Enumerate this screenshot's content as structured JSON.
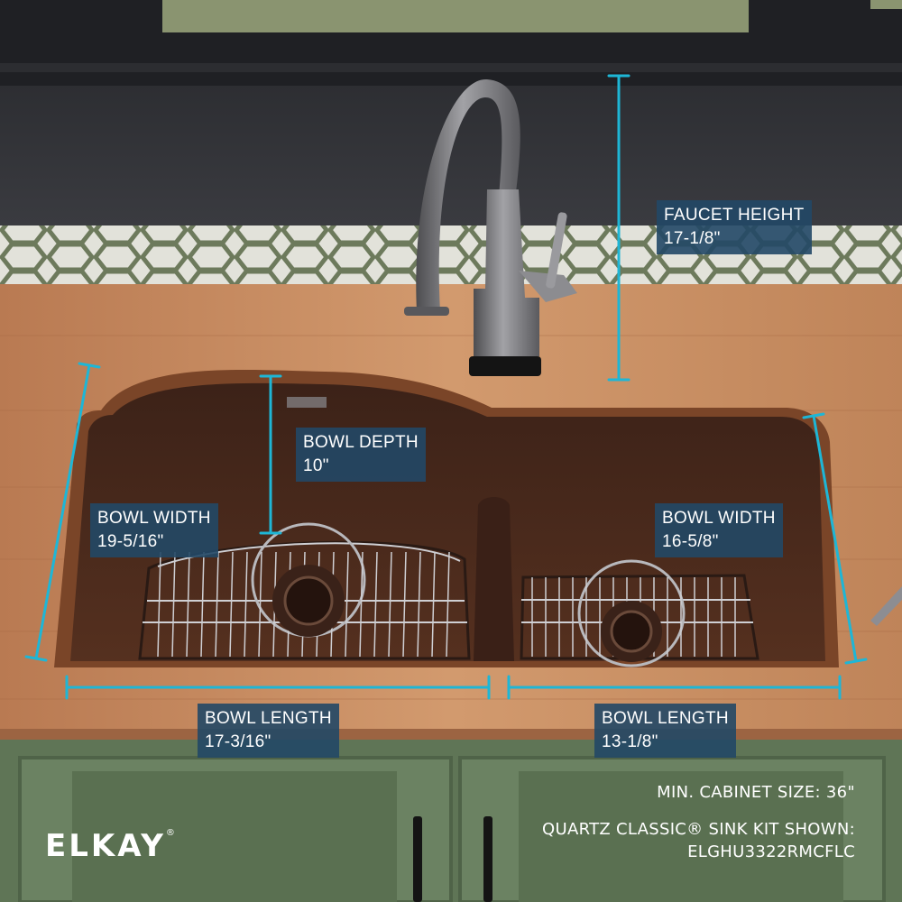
{
  "measurements": {
    "faucet_height": {
      "label": "FAUCET HEIGHT",
      "value": "17-1/8\""
    },
    "bowl_depth": {
      "label": "BOWL DEPTH",
      "value": "10\""
    },
    "left_bowl_width": {
      "label": "BOWL WIDTH",
      "value": "19-5/16\""
    },
    "right_bowl_width": {
      "label": "BOWL WIDTH",
      "value": "16-5/8\""
    },
    "left_bowl_length": {
      "label": "BOWL LENGTH",
      "value": "17-3/16\""
    },
    "right_bowl_length": {
      "label": "BOWL LENGTH",
      "value": "13-1/8\""
    }
  },
  "footnote": {
    "min_cabinet": "MIN. CABINET SIZE: 36\"",
    "kit_line": "QUARTZ CLASSIC® SINK KIT SHOWN:",
    "model": "ELGHU3322RMCFLC"
  },
  "brand": {
    "name": "ELKAY",
    "mark": "®"
  },
  "colors": {
    "dimension_line": "#1eb6d6",
    "label_bg": "#224866",
    "sink": "#4a2a1c",
    "countertop": "#c58a5e",
    "cabinet": "#5f7556",
    "wall": "#2f2f33"
  }
}
